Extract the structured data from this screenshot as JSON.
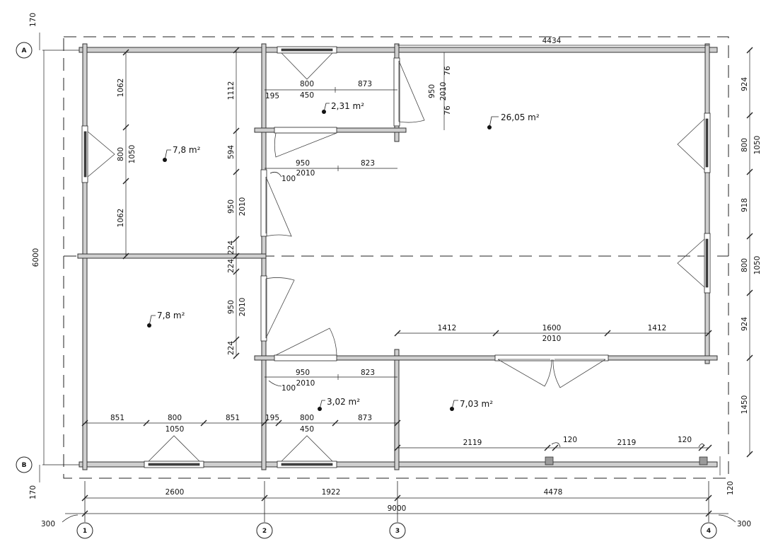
{
  "axes": {
    "letters": [
      "A",
      "B"
    ],
    "numbers": [
      "1",
      "2",
      "3",
      "4"
    ]
  },
  "rooms": [
    {
      "id": "room-top-left",
      "area": "7,8 m²"
    },
    {
      "id": "room-bottom-left",
      "area": "7,8 m²"
    },
    {
      "id": "room-top-small",
      "area": "2,31 m²"
    },
    {
      "id": "room-main",
      "area": "26,05 m²"
    },
    {
      "id": "room-bottom-small",
      "area": "3,02 m²"
    },
    {
      "id": "room-bottom-right",
      "area": "7,03 m²"
    }
  ],
  "dimensions": {
    "top_overall": "4434",
    "top_axis_offset": "170",
    "bottom_axis_offset": "170",
    "left_overall": "6000",
    "overall_length": "9000",
    "left_margin": "300",
    "right_margin": "300",
    "right_offset_bottom": "120",
    "segments_bottom": [
      "2600",
      "1922",
      "4478"
    ],
    "right_column": [
      "924",
      "800",
      "1050",
      "918",
      "800",
      "1050",
      "924",
      "1450"
    ],
    "left_room_top": [
      "1062",
      "800",
      "1050",
      "1062"
    ],
    "corridor_left": [
      "1112",
      "594",
      "950",
      "2010",
      "224",
      "224",
      "950",
      "2010",
      "224"
    ],
    "small_room_top": [
      "800",
      "450",
      "195",
      "873"
    ],
    "door_top_right": [
      "950",
      "2010",
      "76",
      "76"
    ],
    "corridor_mid_top": [
      "950",
      "823",
      "100",
      "2010"
    ],
    "corridor_mid_bottom": [
      "950",
      "823",
      "100",
      "2010"
    ],
    "terrace": [
      "1412",
      "1600",
      "2010",
      "1412"
    ],
    "bottom_left_row": [
      "851",
      "800",
      "1050",
      "851"
    ],
    "bottom_small_row": [
      "195",
      "800",
      "450",
      "873"
    ],
    "bottom_right_row": [
      "2119",
      "120",
      "2119",
      "120"
    ]
  }
}
